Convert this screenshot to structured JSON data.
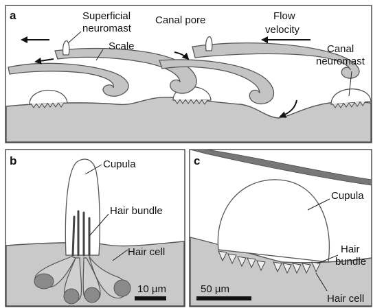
{
  "panels": {
    "a": {
      "letter": "a",
      "labels": {
        "superficial_neuromast": [
          "Superficial",
          "neuromast"
        ],
        "scale": "Scale",
        "canal_pore": "Canal pore",
        "flow_velocity": [
          "Flow",
          "velocity"
        ],
        "canal_neuromast": [
          "Canal",
          "neuromast"
        ]
      }
    },
    "b": {
      "letter": "b",
      "labels": {
        "cupula": "Cupula",
        "hair_bundle": "Hair bundle",
        "hair_cell": "Hair cell"
      },
      "scale_bar": "10 µm"
    },
    "c": {
      "letter": "c",
      "labels": {
        "cupula": "Cupula",
        "hair_bundle": [
          "Hair",
          "bundle"
        ],
        "hair_cell": "Hair cell"
      },
      "scale_bar": "50 µm"
    }
  },
  "colors": {
    "tissue": "#c9c9c9",
    "outline": "#555555",
    "cell_nucleus": "#8a8a8a",
    "text": "#111111"
  }
}
